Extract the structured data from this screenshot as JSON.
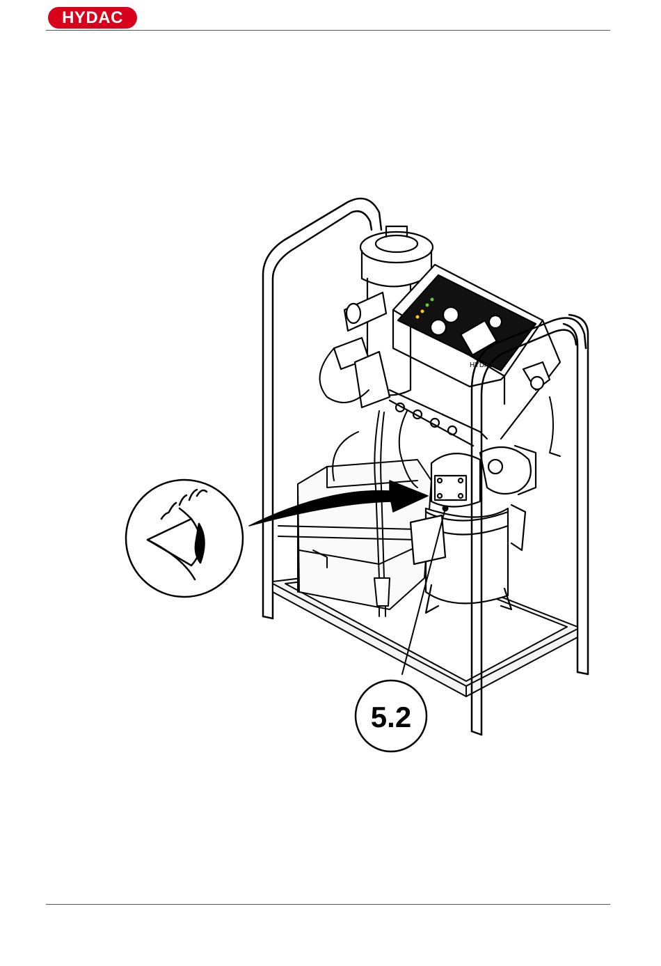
{
  "header": {
    "logo_text": "HYDAC",
    "logo_color": "#d9001b"
  },
  "figure": {
    "callout_label": "5.2",
    "panel_brand": "HYDAC",
    "icons": [
      "eye-icon",
      "arrow-icon"
    ]
  }
}
